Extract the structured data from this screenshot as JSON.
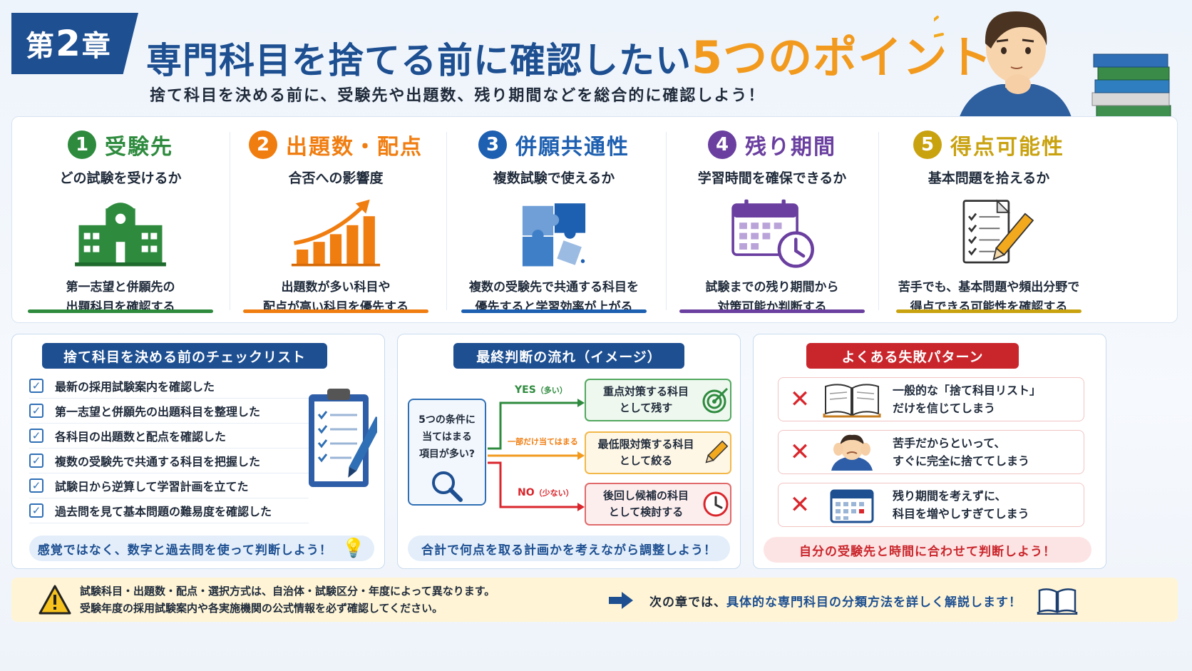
{
  "header": {
    "chapter_prefix": "第",
    "chapter_number": "2",
    "chapter_suffix": "章",
    "title_main": "専門科目を捨てる前に確認したい",
    "title_highlight": "5つのポイント",
    "subtitle": "捨て科目を決める前に、受験先や出題数、残り期間などを総合的に確認しよう！"
  },
  "points": [
    {
      "number": "1",
      "title": "受験先",
      "sub": "どの試験を受けるか",
      "desc1": "第一志望と併願先の",
      "desc2": "出題科目を確認する",
      "color": "#2e8b3e",
      "icon": "school-building-icon"
    },
    {
      "number": "2",
      "title": "出題数・配点",
      "sub": "合否への影響度",
      "desc1": "出題数が多い科目や",
      "desc2": "配点が高い科目を優先する",
      "color": "#f07d10",
      "icon": "growth-chart-icon"
    },
    {
      "number": "3",
      "title": "併願共通性",
      "sub": "複数試験で使えるか",
      "desc1": "複数の受験先で共通する科目を",
      "desc2": "優先すると学習効率が上がる",
      "color": "#1d5fb0",
      "icon": "puzzle-icon"
    },
    {
      "number": "4",
      "title": "残り期間",
      "sub": "学習時間を確保できるか",
      "desc1": "試験までの残り期間から",
      "desc2": "対策可能か判断する",
      "color": "#6a3fa0",
      "icon": "calendar-clock-icon"
    },
    {
      "number": "5",
      "title": "得点可能性",
      "sub": "基本問題を拾えるか",
      "desc1": "苦手でも、基本問題や頻出分野で",
      "desc2": "得点できる可能性を確認する",
      "color": "#c9a210",
      "icon": "checklist-pencil-icon"
    }
  ],
  "checklist": {
    "title": "捨て科目を決める前のチェックリスト",
    "items": [
      "最新の採用試験案内を確認した",
      "第一志望と併願先の出題科目を整理した",
      "各科目の出題数と配点を確認した",
      "複数の受験先で共通する科目を把握した",
      "試験日から逆算して学習計画を立てた",
      "過去問を見て基本問題の難易度を確認した"
    ],
    "footer": "感覚ではなく、数字と過去問を使って判断しよう！"
  },
  "flow": {
    "title": "最終判断の流れ（イメージ）",
    "start_line1": "5つの条件に",
    "start_line2": "当てはまる",
    "start_line3": "項目が多い?",
    "yes_label": "YES",
    "yes_small": "（多い）",
    "partial_label": "一部だけ当てはまる",
    "no_label": "NO",
    "no_small": "（少ない）",
    "result1_line1": "重点対策する科目",
    "result1_line2": "として残す",
    "result2_line1": "最低限対策する科目",
    "result2_line2": "として絞る",
    "result3_line1": "後回し候補の科目",
    "result3_line2": "として検討する",
    "footer": "合計で何点を取る計画かを考えながら調整しよう！"
  },
  "mistakes": {
    "title": "よくある失敗パターン",
    "items": [
      {
        "line1": "一般的な「捨て科目リスト」",
        "line2": "だけを信じてしまう"
      },
      {
        "line1": "苦手だからといって、",
        "line2": "すぐに完全に捨ててしまう"
      },
      {
        "line1": "残り期間を考えずに、",
        "line2": "科目を増やしすぎてしまう"
      }
    ],
    "x_mark": "✕",
    "footer": "自分の受験先と時間に合わせて判断しよう！"
  },
  "footer": {
    "note1": "試験科目・出題数・配点・選択方式は、自治体・試験区分・年度によって異なります。",
    "note2": "受験年度の採用試験案内や各実施機関の公式情報を必ず確認してください。",
    "next_prefix": "次の章では、",
    "next_emphasis": "具体的な専門科目の分類方法を詳しく解説します！"
  }
}
